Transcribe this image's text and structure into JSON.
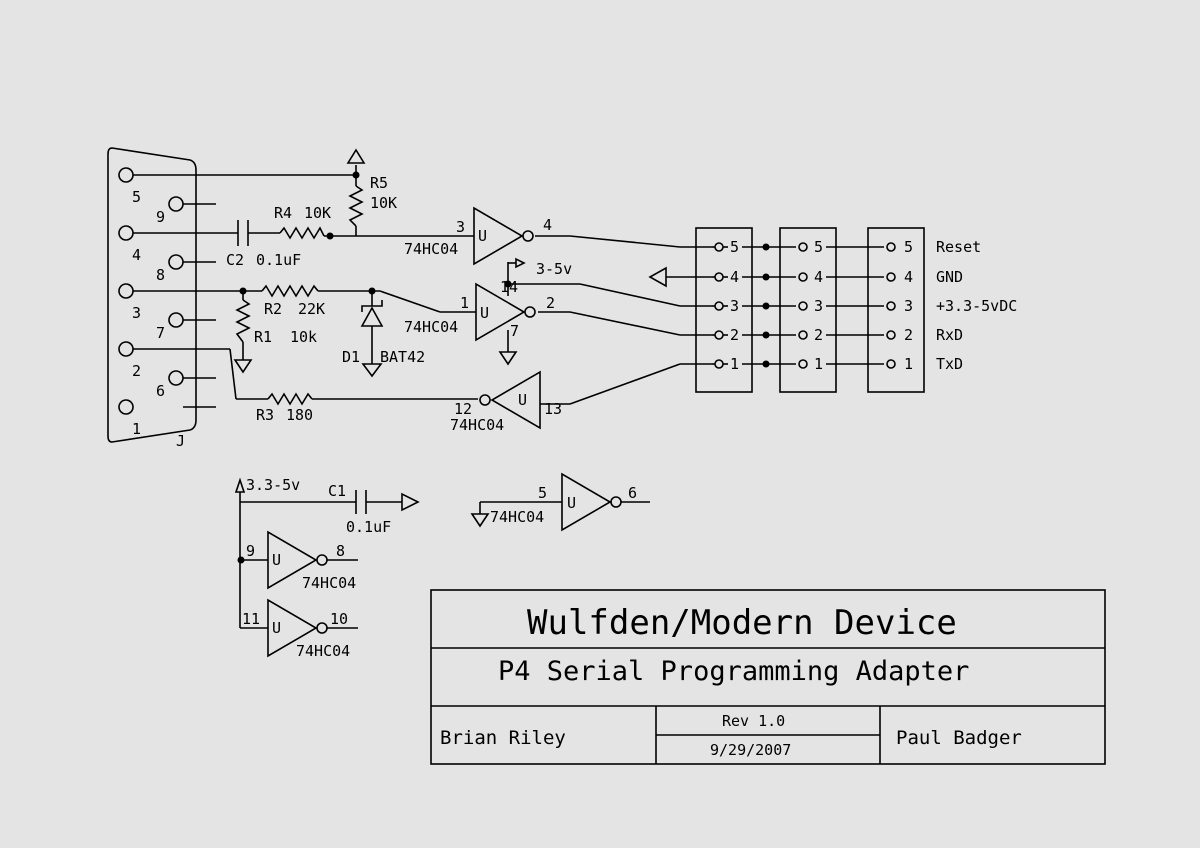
{
  "connector": {
    "ref": "J",
    "pins": [
      "1",
      "2",
      "3",
      "4",
      "5",
      "6",
      "7",
      "8",
      "9"
    ]
  },
  "components": {
    "r5": {
      "ref": "R5",
      "value": "10K"
    },
    "r4": {
      "ref": "R4",
      "value": "10K"
    },
    "c2": {
      "ref": "C2",
      "value": "0.1uF"
    },
    "r2": {
      "ref": "R2",
      "value": "22K"
    },
    "r1": {
      "ref": "R1",
      "value": "10k"
    },
    "d1": {
      "ref": "D1",
      "value": "BAT42"
    },
    "r3": {
      "ref": "R3",
      "value": "180"
    },
    "c1": {
      "ref": "C1",
      "value": "0.1uF"
    }
  },
  "gates": [
    {
      "id": "g1",
      "part": "74HC04",
      "unit": "U",
      "in_pin": "3",
      "out_pin": "4"
    },
    {
      "id": "g2",
      "part": "74HC04",
      "unit": "U",
      "in_pin": "1",
      "out_pin": "2",
      "vcc_pin": "14",
      "gnd_pin": "7"
    },
    {
      "id": "g3",
      "part": "74HC04",
      "unit": "U",
      "in_pin": "13",
      "out_pin": "12"
    },
    {
      "id": "g4",
      "part": "74HC04",
      "unit": "U",
      "in_pin": "5",
      "out_pin": "6"
    },
    {
      "id": "g5",
      "part": "74HC04",
      "unit": "U",
      "in_pin": "9",
      "out_pin": "8"
    },
    {
      "id": "g6",
      "part": "74HC04",
      "unit": "U",
      "in_pin": "11",
      "out_pin": "10"
    }
  ],
  "supplies": {
    "vcc_top": "3-5v",
    "vcc_bottom": "3.3-5v"
  },
  "headers": {
    "pins": [
      "5",
      "4",
      "3",
      "2",
      "1"
    ],
    "signals": [
      "Reset",
      "GND",
      "+3.3-5vDC",
      "RxD",
      "TxD"
    ]
  },
  "title_block": {
    "company": "Wulfden/Modern Device",
    "title": "P4 Serial Programming Adapter",
    "author_left": "Brian Riley",
    "revision": "Rev 1.0",
    "date": "9/29/2007",
    "author_right": "Paul Badger"
  }
}
